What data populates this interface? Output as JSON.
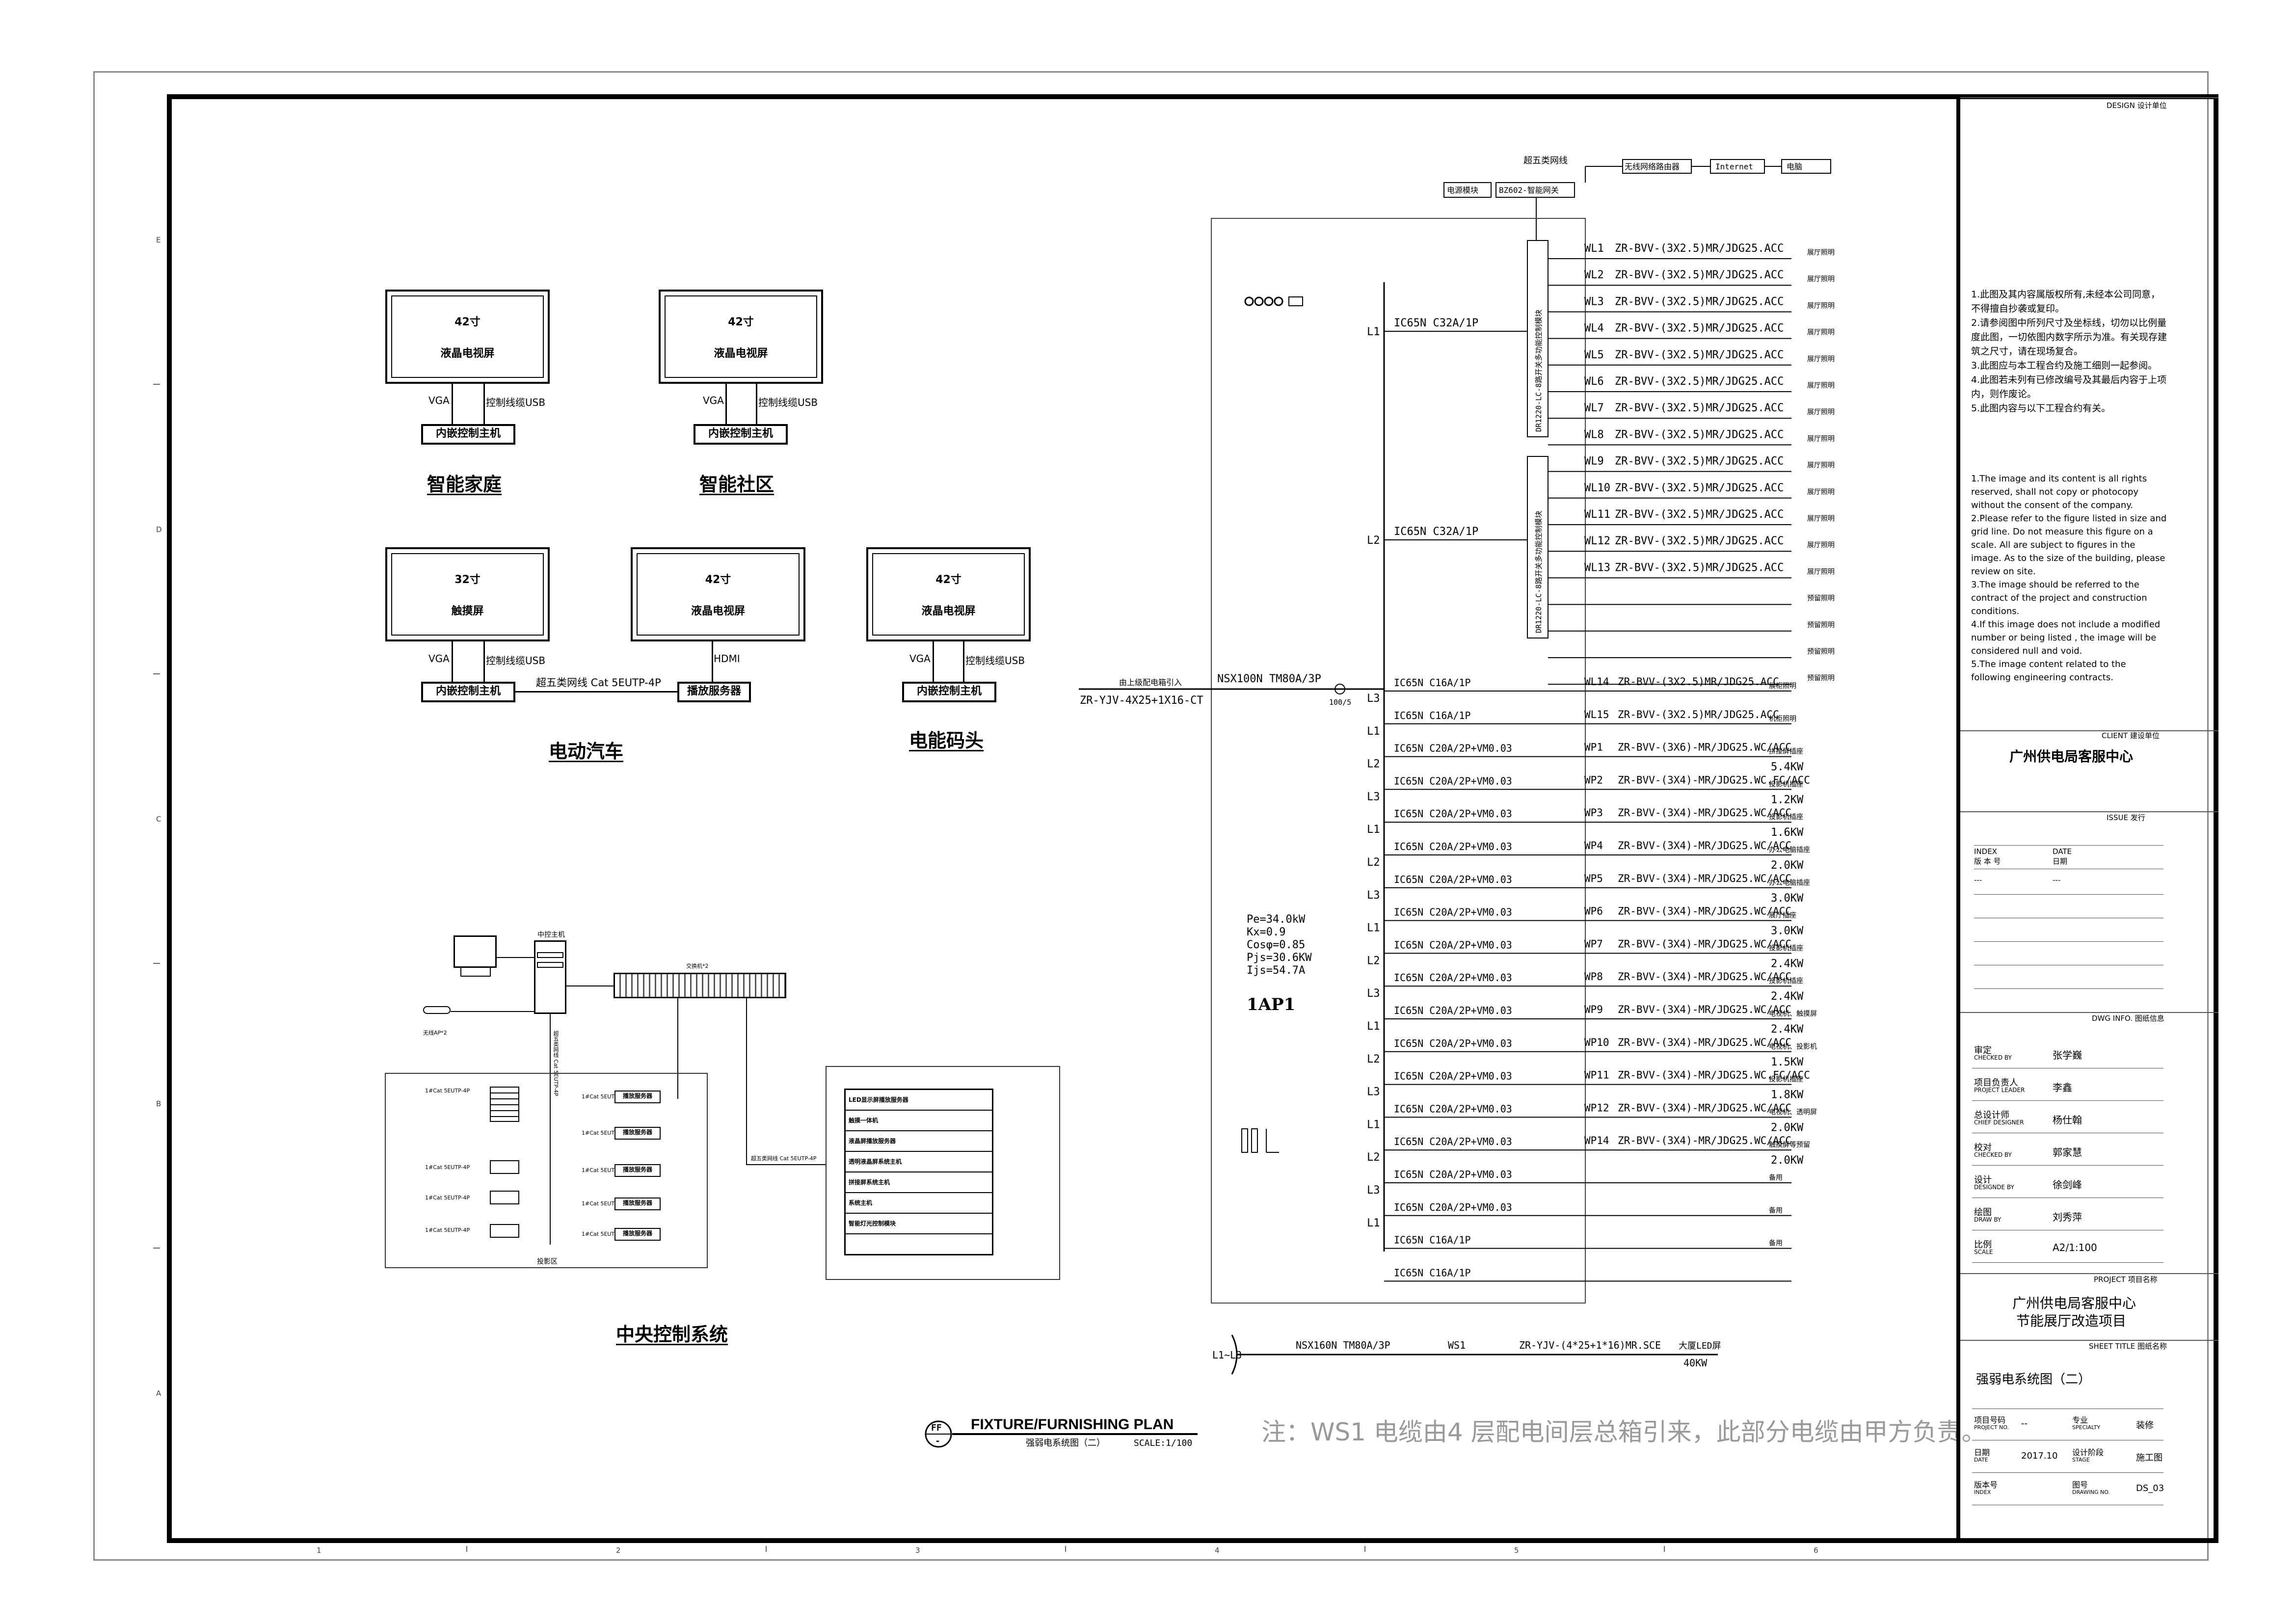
{
  "grid": {
    "top_letters": [
      "E",
      "D",
      "C",
      "B",
      "A"
    ],
    "bottom_numbers": [
      "1",
      "2",
      "3",
      "4",
      "5",
      "6"
    ]
  },
  "devices": {
    "tv1": {
      "size": "42寸",
      "type": "液晶电视屏",
      "port_left": "VGA",
      "port_right": "控制线缆USB",
      "host": "内嵌控制主机",
      "caption": "智能家庭"
    },
    "tv2": {
      "size": "42寸",
      "type": "液晶电视屏",
      "port_left": "VGA",
      "port_right": "控制线缆USB",
      "host": "内嵌控制主机",
      "caption": "智能社区"
    },
    "tv3": {
      "size": "32寸",
      "type": "触摸屏",
      "port_left": "VGA",
      "port_right": "控制线缆USB",
      "host": "内嵌控制主机"
    },
    "tv4": {
      "size": "42寸",
      "type": "液晶电视屏",
      "port_left": "HDMI",
      "host": "播放服务器"
    },
    "tv5": {
      "size": "42寸",
      "type": "液晶电视屏",
      "port_left": "VGA",
      "port_right": "控制线缆USB",
      "host": "内嵌控制主机",
      "caption": "电能码头"
    },
    "cable_label": "超五类网线 Cat 5EUTP-4P",
    "caption_ev": "电动汽车"
  },
  "central": {
    "title": "中央控制系统",
    "host_label": "中控主机",
    "switch_label": "交换机*2",
    "ap_label": "无线AP*2",
    "cable_label": "超五类网线 Cat 5EUTP-4P",
    "sub_cable": "1#Cat 5EUTP-4P",
    "server": "播放服务器",
    "zone_label": "投影区",
    "list": [
      "LED显示屏播放服务器",
      "触摸一体机",
      "液晶屏播放服务器",
      "透明液晶屏系统主机",
      "拼接屏系统主机",
      "系统主机",
      "智能灯光控制模块"
    ]
  },
  "top_net": {
    "cable": "超五类网线",
    "router": "无线网络路由器",
    "internet": "Internet",
    "pc": "电脑",
    "power": "电源模块",
    "gateway": "BZ602-智能网关",
    "module1": "DR1220-LC-8路开关多功能控制模块",
    "module2": "DR1220-LC-8路开关多功能控制模块"
  },
  "panel": {
    "name": "1AP1",
    "params": [
      "Pe=34.0kW",
      "Kx=0.9",
      "Cosφ=0.85",
      "Pjs=30.6KW",
      "Ijs=54.7A"
    ],
    "incoming_main": "NSX100N  TM80A/3P",
    "incoming_cable_top": "由上级配电箱引入",
    "incoming_cable": "ZR-YJV-4X25+1X16-CT",
    "ct": "100/5",
    "breakers": [
      {
        "phase": "L1",
        "label": "IC65N  C32A/1P"
      },
      {
        "phase": "L2",
        "label": "IC65N  C32A/1P"
      },
      {
        "phase": "L3",
        "label": "IC65N  C16A/1P"
      },
      {
        "phase": "L1",
        "label": "IC65N  C16A/1P"
      },
      {
        "phase": "L2",
        "label": "IC65N  C20A/2P+VM0.03"
      },
      {
        "phase": "L3",
        "label": "IC65N  C20A/2P+VM0.03"
      },
      {
        "phase": "L1",
        "label": "IC65N  C20A/2P+VM0.03"
      },
      {
        "phase": "L2",
        "label": "IC65N  C20A/2P+VM0.03"
      },
      {
        "phase": "L3",
        "label": "IC65N  C20A/2P+VM0.03"
      },
      {
        "phase": "L1",
        "label": "IC65N  C20A/2P+VM0.03"
      },
      {
        "phase": "L2",
        "label": "IC65N  C20A/2P+VM0.03"
      },
      {
        "phase": "L3",
        "label": "IC65N  C20A/2P+VM0.03"
      },
      {
        "phase": "L1",
        "label": "IC65N  C20A/2P+VM0.03"
      },
      {
        "phase": "L2",
        "label": "IC65N  C20A/2P+VM0.03"
      },
      {
        "phase": "L3",
        "label": "IC65N  C20A/2P+VM0.03"
      },
      {
        "phase": "L1",
        "label": "IC65N  C20A/2P+VM0.03"
      },
      {
        "phase": "L2",
        "label": "IC65N  C20A/2P+VM0.03"
      },
      {
        "phase": "L3",
        "label": "IC65N  C20A/2P+VM0.03"
      },
      {
        "phase": "L1",
        "label": "IC65N  C20A/2P+VM0.03"
      },
      {
        "phase": "",
        "label": "IC65N  C16A/1P"
      }
    ],
    "circuits_top": [
      {
        "id": "WL1",
        "cable": "ZR-BVV-(3X2.5)MR/JDG25.ACC",
        "use": "展厅照明"
      },
      {
        "id": "WL2",
        "cable": "ZR-BVV-(3X2.5)MR/JDG25.ACC",
        "use": "展厅照明"
      },
      {
        "id": "WL3",
        "cable": "ZR-BVV-(3X2.5)MR/JDG25.ACC",
        "use": "展厅照明"
      },
      {
        "id": "WL4",
        "cable": "ZR-BVV-(3X2.5)MR/JDG25.ACC",
        "use": "展厅照明"
      },
      {
        "id": "WL5",
        "cable": "ZR-BVV-(3X2.5)MR/JDG25.ACC",
        "use": "展厅照明"
      },
      {
        "id": "WL6",
        "cable": "ZR-BVV-(3X2.5)MR/JDG25.ACC",
        "use": "展厅照明"
      },
      {
        "id": "WL7",
        "cable": "ZR-BVV-(3X2.5)MR/JDG25.ACC",
        "use": "展厅照明"
      },
      {
        "id": "WL8",
        "cable": "ZR-BVV-(3X2.5)MR/JDG25.ACC",
        "use": "展厅照明"
      },
      {
        "id": "WL9",
        "cable": "ZR-BVV-(3X2.5)MR/JDG25.ACC",
        "use": "展厅照明"
      },
      {
        "id": "WL10",
        "cable": "ZR-BVV-(3X2.5)MR/JDG25.ACC",
        "use": "展厅照明"
      },
      {
        "id": "WL11",
        "cable": "ZR-BVV-(3X2.5)MR/JDG25.ACC",
        "use": "展厅照明"
      },
      {
        "id": "WL12",
        "cable": "ZR-BVV-(3X2.5)MR/JDG25.ACC",
        "use": "展厅照明"
      },
      {
        "id": "WL13",
        "cable": "ZR-BVV-(3X2.5)MR/JDG25.ACC",
        "use": "展厅照明"
      },
      {
        "id": "",
        "cable": "",
        "use": "预留照明"
      },
      {
        "id": "",
        "cable": "",
        "use": "预留照明"
      },
      {
        "id": "",
        "cable": "",
        "use": "预留照明"
      },
      {
        "id": "",
        "cable": "",
        "use": "预留照明"
      }
    ],
    "circuits_bottom": [
      {
        "id": "WL14",
        "cable": "ZR-BVV-(3X2.5)MR/JDG25.ACC",
        "use": "展柜照明",
        "kw": ""
      },
      {
        "id": "WL15",
        "cable": "ZR-BVV-(3X2.5)MR/JDG25.ACC",
        "use": "机柜照明",
        "kw": ""
      },
      {
        "id": "WP1",
        "cable": "ZR-BVV-(3X6)-MR/JDG25.WC/ACC",
        "use": "拼接屏插座",
        "kw": "5.4KW"
      },
      {
        "id": "WP2",
        "cable": "ZR-BVV-(3X4)-MR/JDG25.WC.FC/ACC",
        "use": "投影机插座",
        "kw": "1.2KW"
      },
      {
        "id": "WP3",
        "cable": "ZR-BVV-(3X4)-MR/JDG25.WC/ACC",
        "use": "投影机插座",
        "kw": "1.6KW"
      },
      {
        "id": "WP4",
        "cable": "ZR-BVV-(3X4)-MR/JDG25.WC/ACC",
        "use": "办公电脑插座",
        "kw": "2.0KW"
      },
      {
        "id": "WP5",
        "cable": "ZR-BVV-(3X4)-MR/JDG25.WC/ACC",
        "use": "办公电脑插座",
        "kw": "3.0KW"
      },
      {
        "id": "WP6",
        "cable": "ZR-BVV-(3X4)-MR/JDG25.WC/ACC",
        "use": "展厅插座",
        "kw": "3.0KW"
      },
      {
        "id": "WP7",
        "cable": "ZR-BVV-(3X4)-MR/JDG25.WC/ACC",
        "use": "投影机插座",
        "kw": "2.4KW"
      },
      {
        "id": "WP8",
        "cable": "ZR-BVV-(3X4)-MR/JDG25.WC/ACC",
        "use": "投影机插座",
        "kw": "2.4KW"
      },
      {
        "id": "WP9",
        "cable": "ZR-BVV-(3X4)-MR/JDG25.WC/ACC",
        "use": "电视机、触摸屏",
        "kw": "2.4KW"
      },
      {
        "id": "WP10",
        "cable": "ZR-BVV-(3X4)-MR/JDG25.WC/ACC",
        "use": "电视机、投影机",
        "kw": "1.5KW"
      },
      {
        "id": "WP11",
        "cable": "ZR-BVV-(3X4)-MR/JDG25.WC.FC/ACC",
        "use": "投影机插座",
        "kw": "1.8KW"
      },
      {
        "id": "WP12",
        "cable": "ZR-BVV-(3X4)-MR/JDG25.WC/ACC",
        "use": "电视机、透明屏",
        "kw": "2.0KW"
      },
      {
        "id": "WP14",
        "cable": "ZR-BVV-(3X4)-MR/JDG25.WC/ACC",
        "use": "触摸屏等预留",
        "kw": "2.0KW"
      },
      {
        "id": "",
        "cable": "",
        "use": "备用",
        "kw": ""
      },
      {
        "id": "",
        "cable": "",
        "use": "备用",
        "kw": ""
      },
      {
        "id": "",
        "cable": "",
        "use": "备用",
        "kw": ""
      }
    ],
    "ws1": {
      "phase": "L1~L3",
      "breaker": "NSX160N  TM80A/3P",
      "id": "WS1",
      "cable": "ZR-YJV-(4*25+1*16)MR.SCE",
      "use": "大厦LED屏",
      "kw": "40KW"
    }
  },
  "plan_title": {
    "symbol_top": "FF",
    "symbol_bottom": "-",
    "title": "FIXTURE/FURNISHING PLAN",
    "subtitle": "强弱电系统图（二）",
    "scale": "SCALE:1/100"
  },
  "note": "注：WS1 电缆由4 层配电间层总箱引来，此部分电缆由甲方负责。",
  "title_block": {
    "design_tag": "DESIGN 设计单位",
    "notes_cn": [
      "1.此图及其内容属版权所有,未经本公司同意，不得擅自抄袭或复印。",
      "2.请参阅图中所列尺寸及坐标线，切勿以比例量度此图，一切依图内数字所示为准。有关现存建筑之尺寸，请在现场复合。",
      "3.此图应与本工程合约及施工细则一起参阅。",
      "4.此图若未列有已修改编号及其最后内容于上项内，则作废论。",
      "5.此图内容与以下工程合约有关。"
    ],
    "notes_en": [
      "1.The image and its content is all rights reserved, shall not copy or photocopy without the consent of the company.",
      "2.Please refer to the figure listed in size and grid line. Do not measure this figure on a scale. All are subject to figures in the image. As to the size of the building, please review on site.",
      "3.The image should be referred to the contract of the project and construction conditions.",
      "4.If this image does not include a modified number or being listed , the image will be considered null and void.",
      "5.The image content related to the following engineering contracts."
    ],
    "client_tag": "CLIENT 建设单位",
    "client": "广州供电局客服中心",
    "issue_tag": "ISSUE 发行",
    "index_en": "INDEX",
    "index_cn": "版 本 号",
    "date_en": "DATE",
    "date_cn": "日期",
    "index_val": "---",
    "date_val": "---",
    "dwg_info_tag": "DWG INFO. 图纸信息",
    "roles": [
      {
        "cn": "审定",
        "en": "CHECKED BY",
        "name": "张学巍"
      },
      {
        "cn": "项目负责人",
        "en": "PROJECT LEADER",
        "name": "李鑫"
      },
      {
        "cn": "总设计师",
        "en": "CHIEF DESIGNER",
        "name": "杨仕翰"
      },
      {
        "cn": "校对",
        "en": "CHECKED BY",
        "name": "郭家慧"
      },
      {
        "cn": "设计",
        "en": "DESIGNDE BY",
        "name": "徐剑峰"
      },
      {
        "cn": "绘图",
        "en": "DRAW BY",
        "name": "刘秀萍"
      },
      {
        "cn": "比例",
        "en": "SCALE",
        "name": "A2/1:100"
      }
    ],
    "project_tag": "PROJECT 项目名称",
    "project_line1": "广州供电局客服中心",
    "project_line2": "节能展厅改造项目",
    "sheet_tag": "SHEET TITLE 图纸名称",
    "sheet_title": "强弱电系统图（二）",
    "meta": [
      {
        "cn": "项目号码",
        "en": "PROJECT NO.",
        "val": "--",
        "cn2": "专业",
        "en2": "SPECIALTY",
        "val2": "装修"
      },
      {
        "cn": "日期",
        "en": "DATE",
        "val": "2017.10",
        "cn2": "设计阶段",
        "en2": "STAGE",
        "val2": "施工图"
      },
      {
        "cn": "版本号",
        "en": "INDEX",
        "val": "",
        "cn2": "图号",
        "en2": "DRAWING NO.",
        "val2": "DS_03"
      }
    ]
  }
}
